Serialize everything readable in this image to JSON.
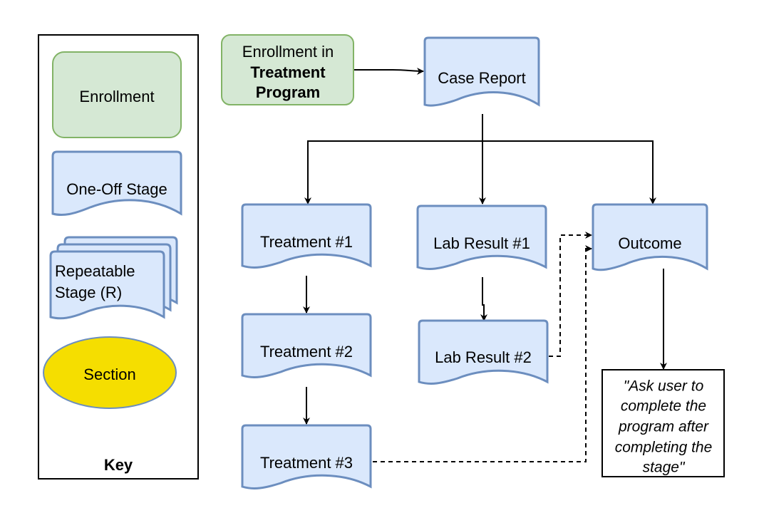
{
  "key": {
    "title": "Key",
    "enrollment": "Enrollment",
    "one_off": "One-Off Stage",
    "repeatable_line1": "Repeatable",
    "repeatable_line2": "Stage (R)",
    "section": "Section"
  },
  "nodes": {
    "enrollment_line1": "Enrollment in",
    "enrollment_line2": "Treatment",
    "enrollment_line3": "Program",
    "case_report": "Case Report",
    "treatment1": "Treatment #1",
    "treatment2": "Treatment #2",
    "treatment3": "Treatment #3",
    "lab1": "Lab Result #1",
    "lab2": "Lab Result #2",
    "outcome": "Outcome"
  },
  "note": {
    "line1": "\"Ask user to",
    "line2": "complete the",
    "line3": "program after",
    "line4": "completing the",
    "line5": "stage\""
  },
  "colors": {
    "enrollment_fill": "#d5e8d4",
    "enrollment_stroke": "#82b366",
    "stage_fill": "#dae8fc",
    "stage_stroke": "#6c8ebf",
    "section_fill": "#f5de00",
    "section_stroke": "#6c8ebf"
  }
}
